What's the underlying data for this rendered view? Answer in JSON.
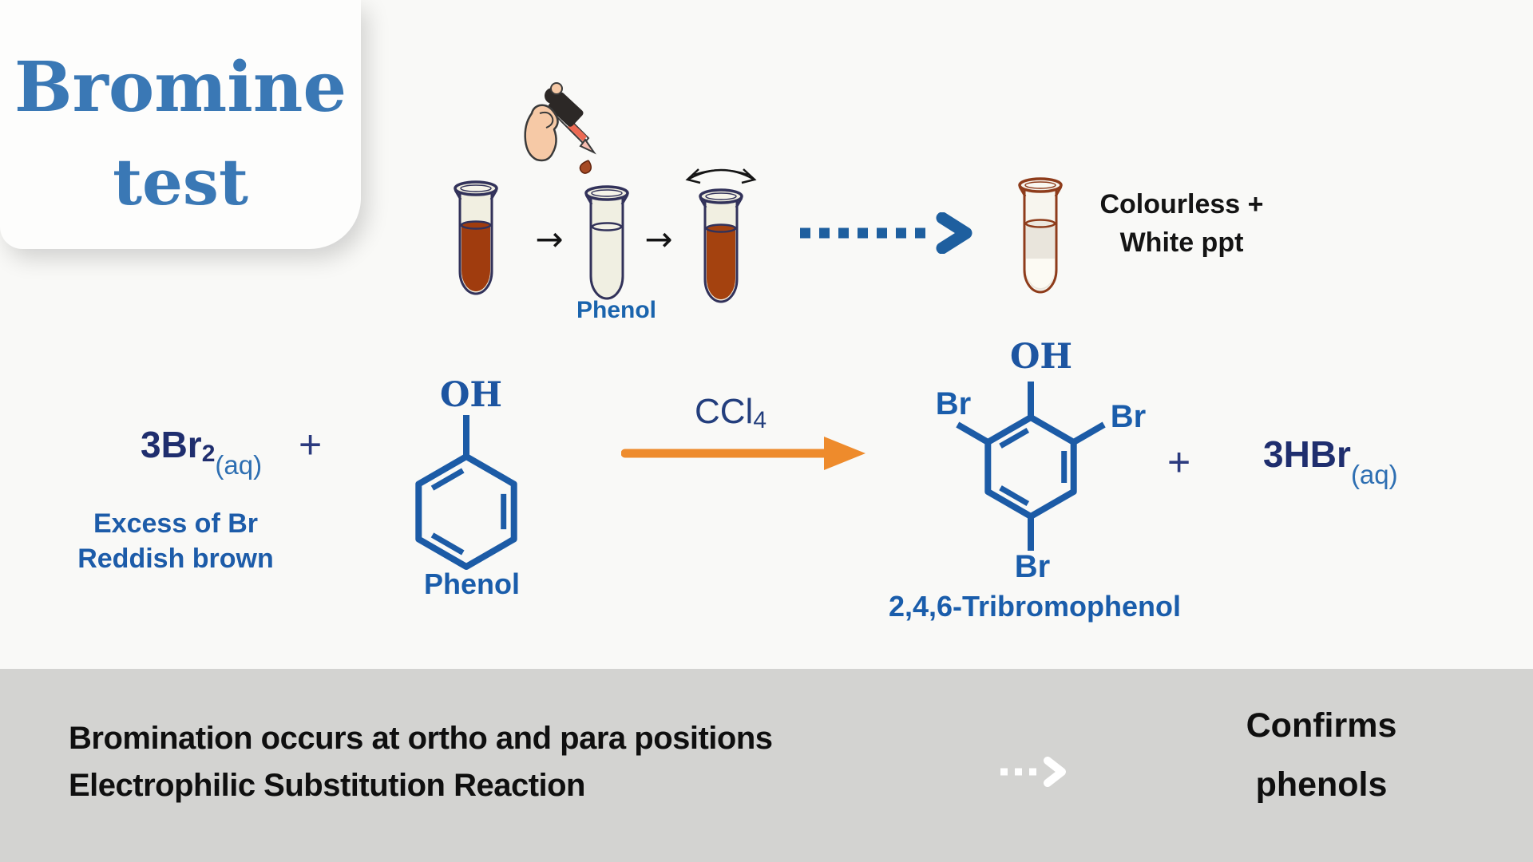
{
  "title_card": {
    "line1": "Bromine",
    "line2": "test"
  },
  "procedure": {
    "phenol_label": "Phenol",
    "step_arrow": "→",
    "result_line1": "Colourless +",
    "result_line2": "White ppt"
  },
  "equation": {
    "plus": "+",
    "bromine": {
      "base": "3Br",
      "sub": "2",
      "state": "(aq)",
      "note_line1": "Excess of Br",
      "note_line2": "Reddish brown"
    },
    "phenol": {
      "oh": "OH",
      "label": "Phenol"
    },
    "condition": {
      "base": "CCl",
      "sub": "4"
    },
    "tribromophenol": {
      "oh": "OH",
      "br": "Br",
      "label": "2,4,6-Tribromophenol"
    },
    "hbr": {
      "base": "3HBr",
      "state": "(aq)"
    }
  },
  "footer": {
    "line1": "Bromination occurs at ortho and para positions",
    "line2": "Electrophilic Substitution Reaction",
    "conclusion_line1": "Confirms",
    "conclusion_line2": "phenols"
  },
  "colors": {
    "title_blue": "#3a78b5",
    "formula_navy": "#1f2e6e",
    "label_blue": "#1a5dab",
    "state_blue": "#2e6fb2",
    "reaction_arrow_orange": "#ee8b2c",
    "dashed_arrow_blue": "#1e5f9f",
    "footer_bg": "#d3d3d1",
    "page_bg": "#f9f9f7",
    "card_bg": "#fdfdfc",
    "tube_outline_navy": "#32325a",
    "result_tube_outline_brown": "#8e3c1b",
    "bromine_liquid_brown": "#a03c0e",
    "text_black": "#111111"
  }
}
